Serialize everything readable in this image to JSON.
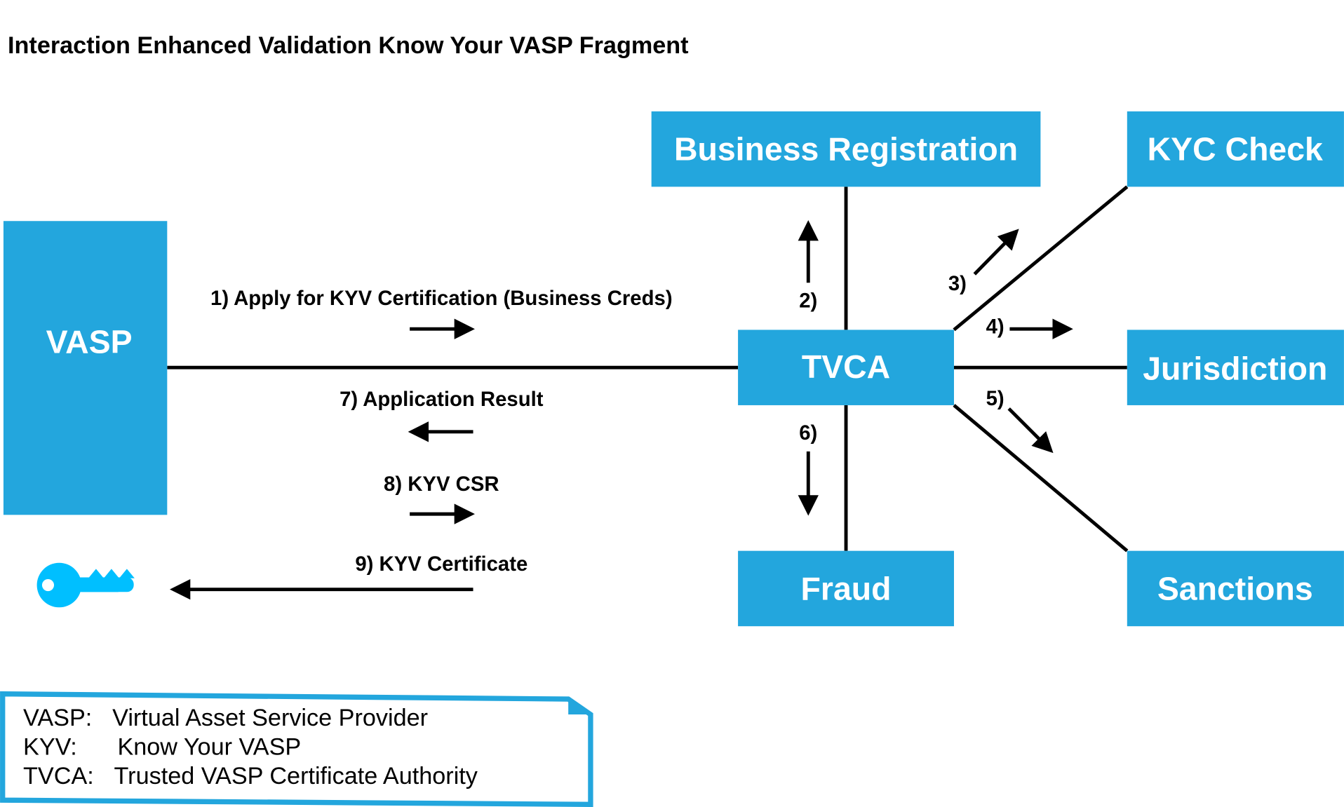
{
  "title": {
    "bold": "Interaction",
    "rest": "Enhanced Validation Know Your VASP Fragment"
  },
  "colors": {
    "box": "#23a6dd",
    "key": "#00bfff",
    "legend_border": "#23a6dd"
  },
  "boxes": {
    "vasp": "VASP",
    "business": "Business Registration",
    "kyc": "KYC Check",
    "tvca": "TVCA",
    "jurisdiction": "Jurisdiction",
    "fraud": "Fraud",
    "sanctions": "Sanctions"
  },
  "steps": {
    "s1": "1) Apply for KYV Certification (Business Creds)",
    "s2": "2)",
    "s3": "3)",
    "s4": "4)",
    "s5": "5)",
    "s6": "6)",
    "s7": "7) Application Result",
    "s8": "8) KYV CSR",
    "s9": "9) KYV Certificate"
  },
  "legend": [
    {
      "term": "VASP:",
      "def": "Virtual Asset Service Provider"
    },
    {
      "term": "KYV:",
      "def": "Know Your VASP"
    },
    {
      "term": "TVCA:",
      "def": "Trusted VASP Certificate Authority"
    }
  ]
}
